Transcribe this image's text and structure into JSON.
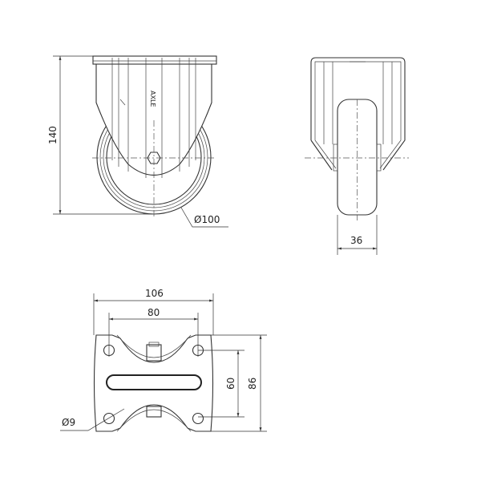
{
  "dimensions": {
    "height_total": "140",
    "wheel_diameter": "Ø100",
    "wheel_width": "36",
    "plate_width": "106",
    "hole_spacing_x": "80",
    "hole_spacing_y": "60",
    "plate_depth": "86",
    "hole_diameter": "Ø9"
  },
  "logo": "AXLE"
}
